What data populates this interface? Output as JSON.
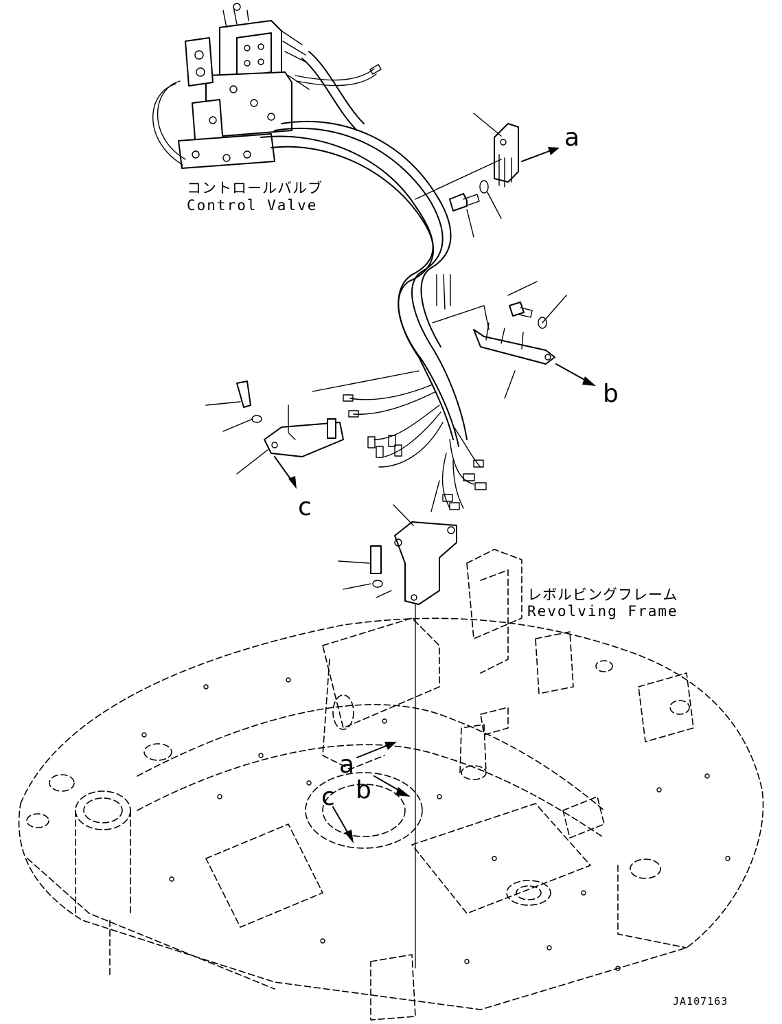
{
  "labels": {
    "control_valve_jp": "コントロールバルブ",
    "control_valve_en": "Control Valve",
    "revolving_frame_jp": "レボルビングフレーム",
    "revolving_frame_en": "Revolving Frame",
    "ref_a_top": "a",
    "ref_b_top": "b",
    "ref_c_top": "c",
    "ref_a_bottom": "a",
    "ref_b_bottom": "b",
    "ref_c_bottom": "c",
    "drawing_number": "JA107163"
  }
}
